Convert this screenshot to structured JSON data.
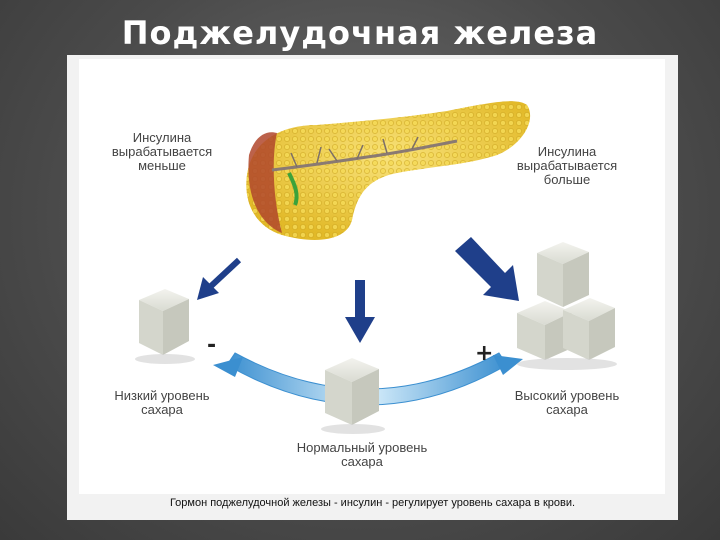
{
  "slide": {
    "title": "Поджелудочная железа"
  },
  "diagram": {
    "left_top": "Инсулина\nвырабатывается\nменьше",
    "right_top": "Инсулина\nвырабатывается\nбольше",
    "minus_sign": "-",
    "plus_sign": "+",
    "low_level": "Низкий уровень\nсахара",
    "normal_level": "Нормальный уровень\nсахара",
    "high_level": "Высокий уровень\nсахара",
    "caption": "Гормон поджелудочной железы - инсулин - регулирует уровень сахара в крови."
  },
  "colors": {
    "arrow": "#1f3f8a",
    "arc_light": "#bfe2f7",
    "arc_dark": "#3b8fd0",
    "pancreas": "#f1d24a"
  }
}
